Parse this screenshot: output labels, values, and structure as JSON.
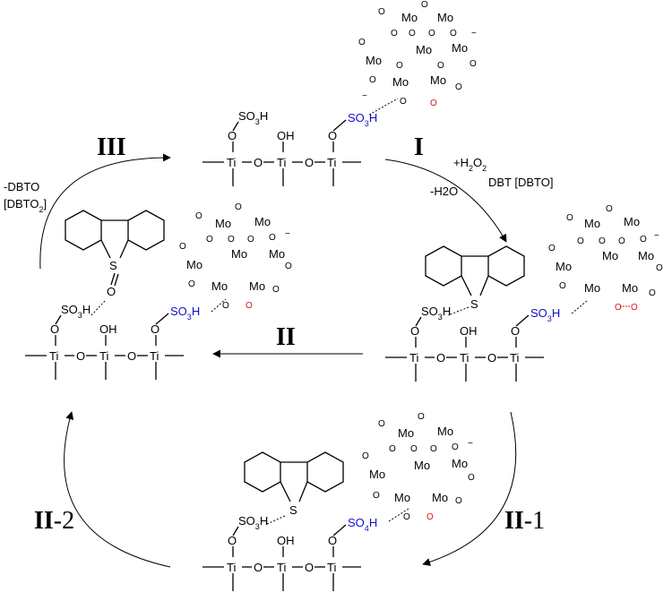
{
  "steps": {
    "I": "I",
    "II": "II",
    "III": "III",
    "II1_roman": "II",
    "II1_num": "-1",
    "II2_roman": "II",
    "II2_num": "-2"
  },
  "conditions": {
    "step1_reagents_prefix": "+H",
    "step1_reagents_sub": "2",
    "step1_reagents_mid": "O",
    "step1_reagents_sub2": "2",
    "step1_substrate": "DBT [DBTO]",
    "step1_byproduct": "-H2O",
    "step3_product_line1": "-DBTO",
    "step3_product_line2_prefix": "[DBTO",
    "step3_product_line2_sub": "2",
    "step3_product_line2_suffix": "]"
  },
  "atoms": {
    "titanium": "Ti",
    "oxygen": "O",
    "hydroxyl": "OH",
    "sulfur": "S",
    "molybdenum": "Mo",
    "oxide": "O",
    "charge": "−",
    "sulfonic_prefix": "SO",
    "sulfonic_sub": "3",
    "sulfonic_suffix": "H",
    "sulfate_prefix": "SO",
    "sulfate_sub": "4",
    "sulfate_suffix": "H"
  },
  "colors": {
    "highlight_acid": "#1010cc",
    "highlight_oxo": "#dd1111",
    "ink": "#000000"
  }
}
